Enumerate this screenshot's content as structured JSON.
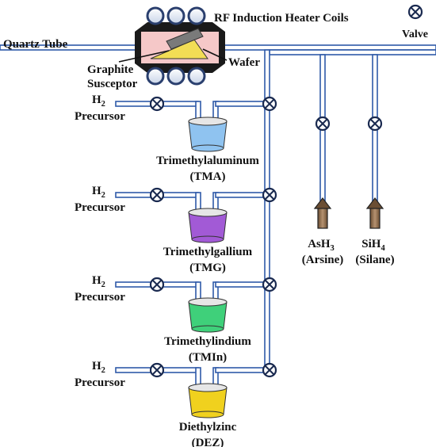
{
  "labels": {
    "heater": "RF Induction Heater Coils",
    "valve": "Valve",
    "quartz_tube": "Quartz Tube",
    "graphite_line1": "Graphite",
    "graphite_line2": "Susceptor",
    "wafer": "Wafer"
  },
  "gases": [
    {
      "formula": "AsH",
      "sub": "3",
      "name": "(Arsine)"
    },
    {
      "formula": "SiH",
      "sub": "4",
      "name": "(Silane)"
    }
  ],
  "precursors": [
    {
      "h2": "H",
      "h2_sub": "2",
      "label": "Precursor",
      "name": "Trimethylaluminum",
      "abbr": "(TMA)",
      "color": "#8fc3f0"
    },
    {
      "h2": "H",
      "h2_sub": "2",
      "label": "Precursor",
      "name": "Trimethylgallium",
      "abbr": "(TMG)",
      "color": "#a25ad6"
    },
    {
      "h2": "H",
      "h2_sub": "2",
      "label": "Precursor",
      "name": "Trimethylindium",
      "abbr": "(TMIn)",
      "color": "#3fd07a"
    },
    {
      "h2": "H",
      "h2_sub": "2",
      "label": "Precursor",
      "name": "Diethylzinc",
      "abbr": "(DEZ)",
      "color": "#f0d11e"
    }
  ],
  "colors": {
    "pipe_outline": "#2f5aa8",
    "susceptor": "#f2dd55",
    "chamber_fill": "#f5c8c8",
    "arrow": "#9a7a5a"
  }
}
